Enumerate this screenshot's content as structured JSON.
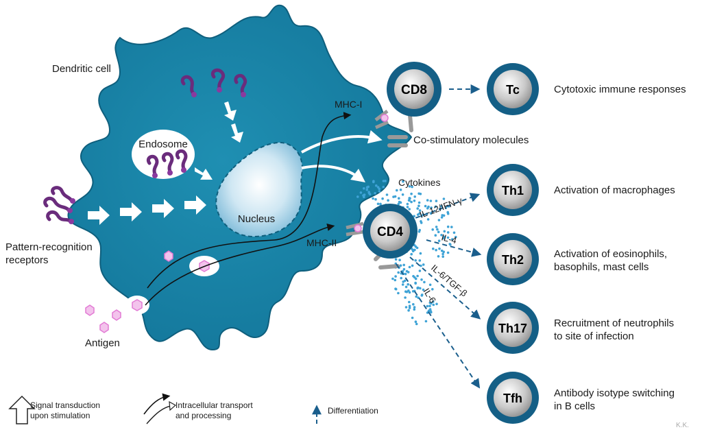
{
  "labels": {
    "dendritic_cell": "Dendritic cell",
    "endosome": "Endosome",
    "nucleus": "Nucleus",
    "prr": "Pattern-recognition\nreceptors",
    "antigen": "Antigen",
    "mhc1": "MHC-I",
    "mhc2": "MHC-II",
    "costim": "Co-stimulatory molecules",
    "cytokines": "Cytokines"
  },
  "cells": {
    "cd8": "CD8",
    "cd4": "CD4",
    "tc": "Tc",
    "th1": "Th1",
    "th2": "Th2",
    "th17": "Th17",
    "tfh": "Tfh"
  },
  "cytokine_arrows": {
    "il12": "IL-12/IFN-γ",
    "il4": "IL-4",
    "il6tgf": "IL-6/TGF-β",
    "il6": "IL-6"
  },
  "outcomes": {
    "tc": "Cytotoxic immune responses",
    "th1": "Activation of macrophages",
    "th2": "Activation of eosinophils,\nbasophils, mast cells",
    "th17": "Recruitment of neutrophils\nto site of infection",
    "tfh": "Antibody isotype switching\nin B cells"
  },
  "legend": {
    "signal": "Signal transduction\nupon stimulation",
    "transport": "Intracellular transport\nand processing",
    "differentiation": "Differentiation"
  },
  "signature": "K.K.",
  "colors": {
    "dc_fill": "#1b86a8",
    "dc_edge": "#0f5f7d",
    "ring": "#145f86",
    "core": "#bfbfbf",
    "arrow": "#1a5e8c",
    "dots": "#3fa3d6",
    "purple": "#6a2c7c",
    "antigen": "#e27ad4"
  }
}
